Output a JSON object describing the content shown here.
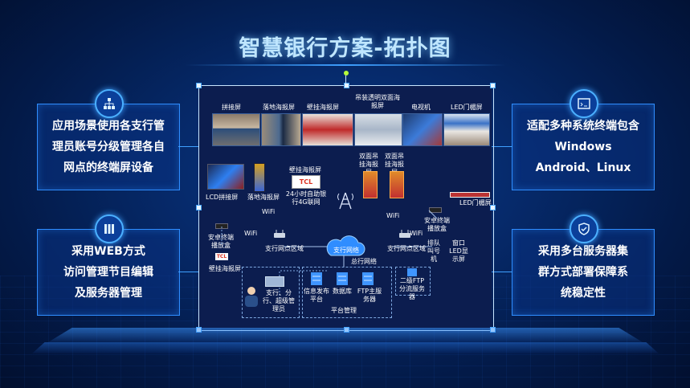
{
  "title": "智慧银行方案-拓扑图",
  "left_top": {
    "lines": [
      "应用场景使用各支行管",
      "理员账号分级管理各自",
      "网点的终端屏设备"
    ],
    "icon": "sitemap-icon"
  },
  "left_bottom": {
    "lines": [
      "采用WEB方式",
      "访问管理节目编辑",
      "及服务器管理"
    ],
    "icon": "server-rack-icon"
  },
  "right_top": {
    "lines": [
      "适配多种系统终端包含",
      "Windows",
      "Android、Linux"
    ],
    "icon": "terminal-window-icon"
  },
  "right_bottom": {
    "lines": [
      "采用多台服务器集",
      "群方式部署保障系",
      "统稳定性"
    ],
    "icon": "shield-check-icon"
  },
  "diagram": {
    "photo_labels": [
      "拼接屏",
      "落地海报屏",
      "壁挂海报屏",
      "吊装透明双面海报屏",
      "电视机",
      "LED门楣屏"
    ],
    "devices": {
      "lcd": "LCD拼接屏",
      "floor_poster": "落地海报屏",
      "wall_poster": "壁挂海报屏",
      "tcl": "TCL",
      "fourG_note": "24小时自助银行4G联网",
      "hang_poster_1": "双面吊挂海报屏",
      "hang_poster_2": "双面吊挂海报屏",
      "led": "LED门楣屏",
      "android_box_left": "安卓终端播放盒",
      "android_box_right": "安卓终端播放盒",
      "wifi": "WiFi",
      "branch_left": "支行网点区域",
      "branch_right": "支行网点区域",
      "hq_net": "总行网络",
      "net_cloud": "支行网络",
      "queue": "排队叫号机",
      "window_led": "窗口LED显示屏",
      "wall_poster_small": "壁挂海报屏",
      "tcl_small": "TCL",
      "admin": "支行、分行、超级管理员",
      "info_platform": "信息发布平台",
      "database": "数据库",
      "ftp_main": "FTP主服务器",
      "platform_mgmt": "平台管理",
      "ftp_secondary": "二级FTP分流服务器"
    }
  }
}
